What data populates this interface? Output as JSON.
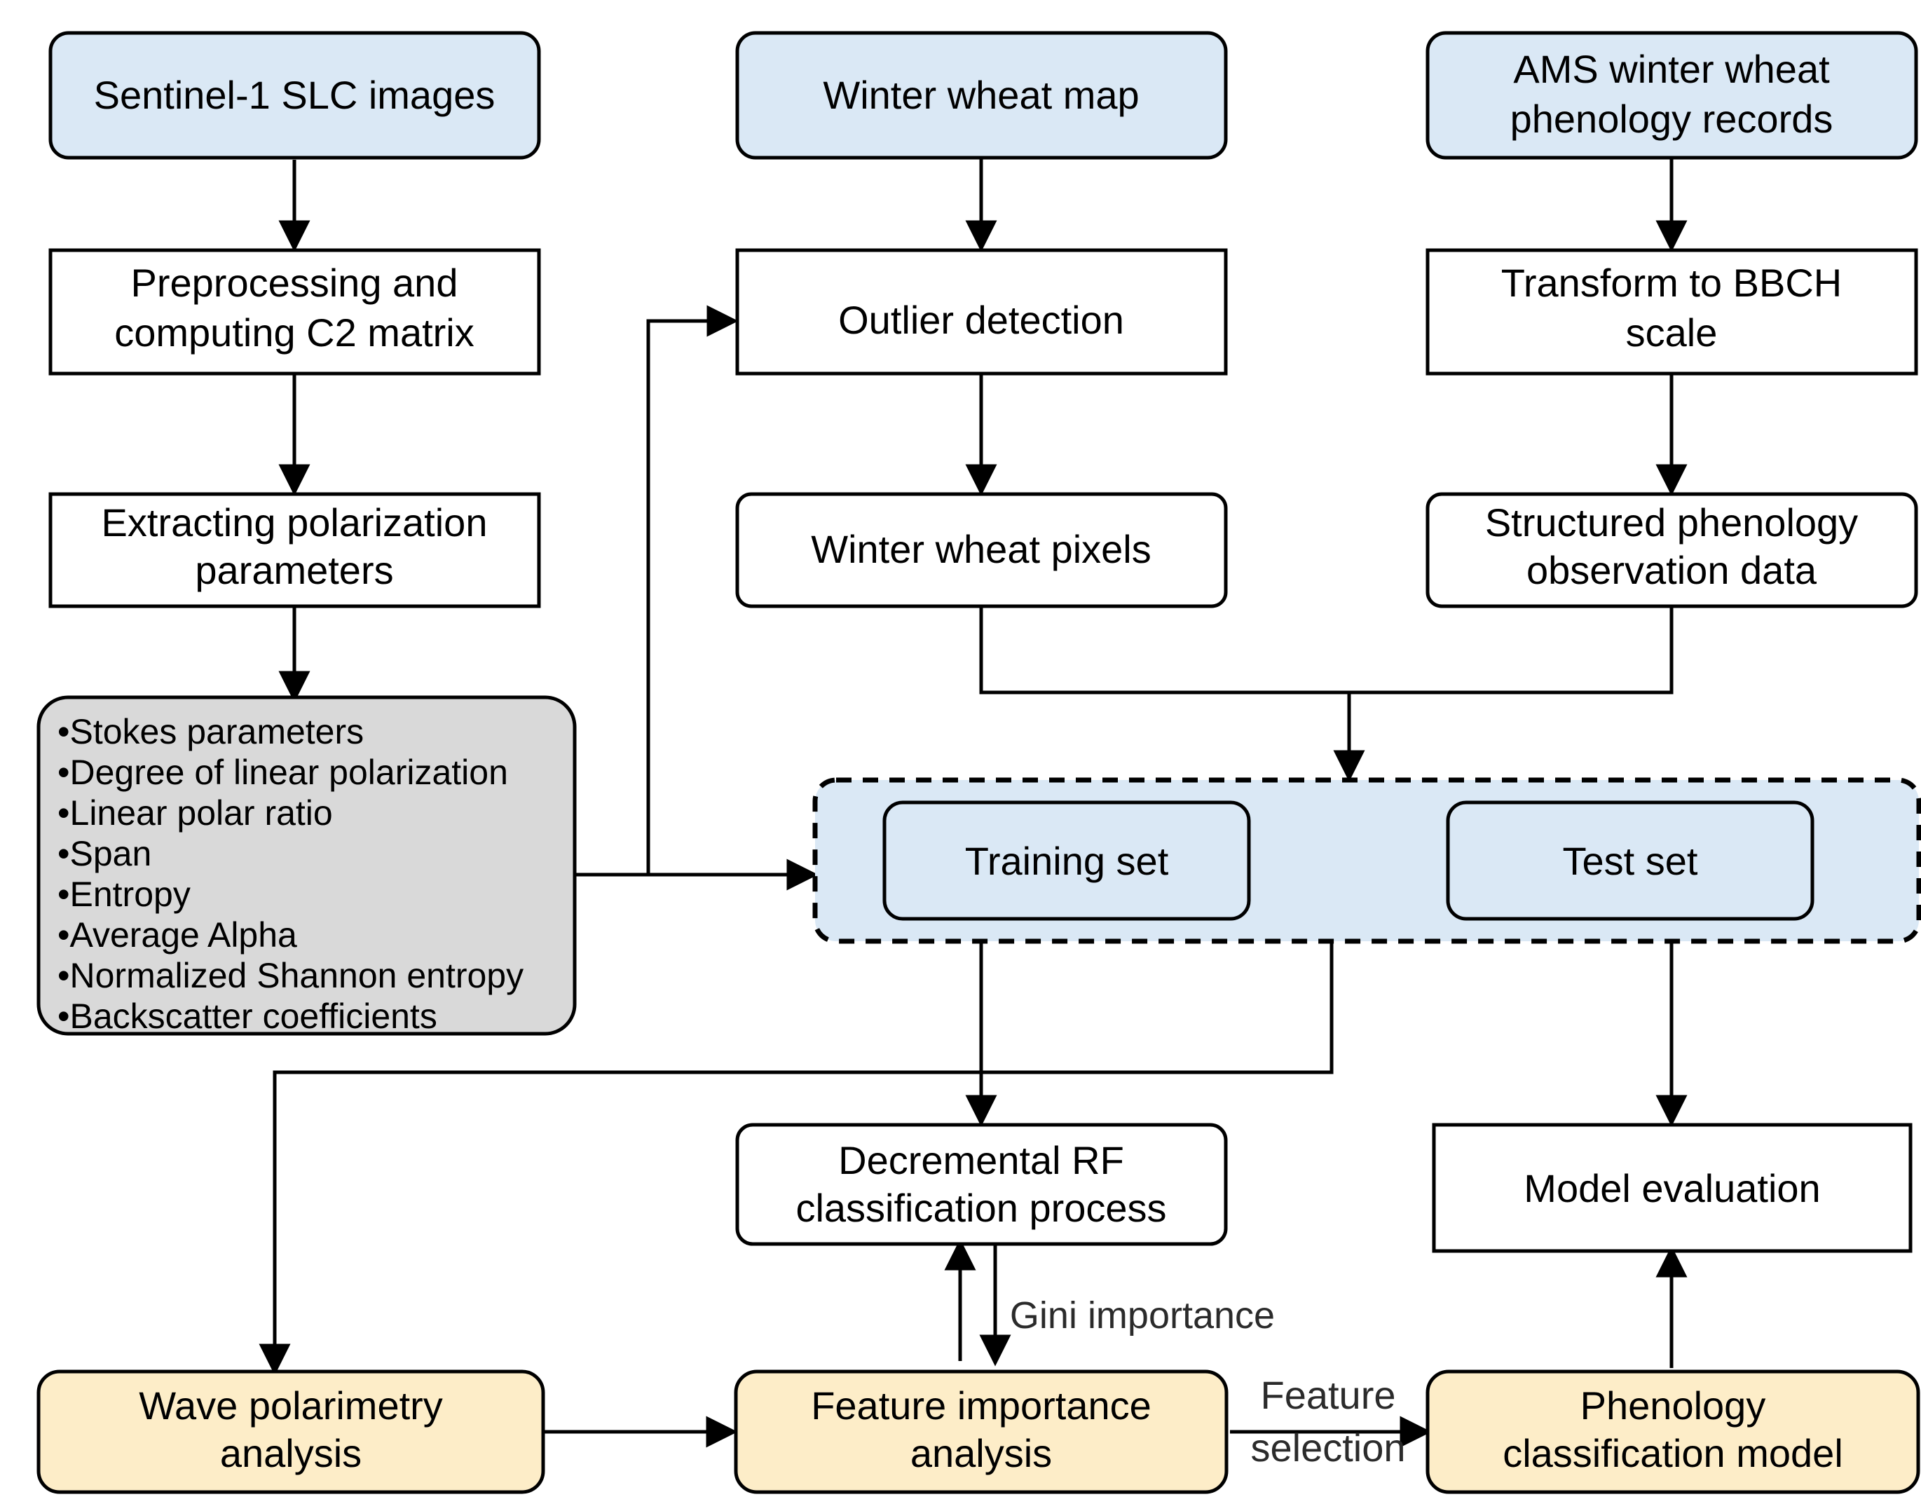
{
  "diagram": {
    "type": "flowchart",
    "title": "Winter wheat phenology classification workflow",
    "colors": {
      "input_blue": "#dae8f5",
      "process_white": "#ffffff",
      "parameters_gray": "#d9d9d9",
      "output_yellow": "#fdedc8",
      "stroke": "#000000",
      "dashed_group_fill": "#dae8f5"
    },
    "nodes": [
      {
        "id": "sentinel",
        "label": "Sentinel-1 SLC images",
        "shape": "rounded",
        "fill": "input_blue"
      },
      {
        "id": "preprocess",
        "label": "Preprocessing and\ncomputing C2 matrix",
        "shape": "rect",
        "fill": "process_white"
      },
      {
        "id": "extract",
        "label": "Extracting polarization\nparameters",
        "shape": "rect",
        "fill": "process_white"
      },
      {
        "id": "params",
        "label": "",
        "shape": "rounded",
        "fill": "parameters_gray"
      },
      {
        "id": "wheatmap",
        "label": "Winter wheat map",
        "shape": "rounded",
        "fill": "input_blue"
      },
      {
        "id": "outlier",
        "label": "Outlier detection",
        "shape": "rect",
        "fill": "process_white"
      },
      {
        "id": "wheatpix",
        "label": "Winter wheat pixels",
        "shape": "rounded",
        "fill": "process_white"
      },
      {
        "id": "ams",
        "label": "AMS winter wheat\nphenology records",
        "shape": "rounded",
        "fill": "input_blue"
      },
      {
        "id": "bbch",
        "label": "Transform to BBCH\nscale",
        "shape": "rect",
        "fill": "process_white"
      },
      {
        "id": "structured",
        "label": "Structured phenology\nobservation data",
        "shape": "rounded",
        "fill": "process_white"
      },
      {
        "id": "dataset",
        "label": "",
        "shape": "dashed-group",
        "fill": "dashed_group_fill"
      },
      {
        "id": "trainset",
        "label": "Training set",
        "shape": "rounded",
        "fill": "input_blue"
      },
      {
        "id": "testset",
        "label": "Test set",
        "shape": "rounded",
        "fill": "input_blue"
      },
      {
        "id": "decrf",
        "label": "Decremental RF\nclassification process",
        "shape": "rounded",
        "fill": "process_white"
      },
      {
        "id": "modeleval",
        "label": "Model evaluation",
        "shape": "rect",
        "fill": "process_white"
      },
      {
        "id": "wavepol",
        "label": "Wave polarimetry\nanalysis",
        "shape": "rounded",
        "fill": "output_yellow"
      },
      {
        "id": "featimp",
        "label": "Feature importance\nanalysis",
        "shape": "rounded",
        "fill": "output_yellow"
      },
      {
        "id": "phenomodel",
        "label": "Phenology\nclassification model",
        "shape": "rounded",
        "fill": "output_yellow"
      }
    ],
    "parameters_list": [
      "Stokes parameters",
      "Degree of linear polarization",
      "Linear polar ratio",
      "Span",
      "Entropy",
      "Average Alpha",
      "Normalized Shannon entropy",
      "Backscatter coefficients"
    ],
    "node_labels": {
      "sentinel": "Sentinel-1 SLC images",
      "preprocess_line1": "Preprocessing and",
      "preprocess_line2": "computing C2 matrix",
      "extract_line1": "Extracting polarization",
      "extract_line2": "parameters",
      "wheatmap": "Winter wheat map",
      "outlier": "Outlier detection",
      "wheatpix": "Winter wheat pixels",
      "ams_line1": "AMS winter wheat",
      "ams_line2": "phenology records",
      "bbch_line1": "Transform to BBCH",
      "bbch_line2": "scale",
      "structured_line1": "Structured phenology",
      "structured_line2": "observation data",
      "trainset": "Training set",
      "testset": "Test set",
      "decrf_line1": "Decremental RF",
      "decrf_line2": "classification process",
      "modeleval": "Model evaluation",
      "wavepol_line1": "Wave polarimetry",
      "wavepol_line2": "analysis",
      "featimp_line1": "Feature importance",
      "featimp_line2": "analysis",
      "phenomodel_line1": "Phenology",
      "phenomodel_line2": "classification model"
    },
    "edge_labels": {
      "gini": "Gini importance",
      "feature_sel_line1": "Feature",
      "feature_sel_line2": "selection"
    },
    "edges": [
      {
        "from": "sentinel",
        "to": "preprocess",
        "label": ""
      },
      {
        "from": "preprocess",
        "to": "extract",
        "label": ""
      },
      {
        "from": "extract",
        "to": "params",
        "label": ""
      },
      {
        "from": "params",
        "to": "outlier",
        "label": ""
      },
      {
        "from": "params",
        "to": "dataset",
        "label": ""
      },
      {
        "from": "params",
        "to": "wavepol",
        "label": ""
      },
      {
        "from": "wheatmap",
        "to": "outlier",
        "label": ""
      },
      {
        "from": "outlier",
        "to": "wheatpix",
        "label": ""
      },
      {
        "from": "ams",
        "to": "bbch",
        "label": ""
      },
      {
        "from": "bbch",
        "to": "structured",
        "label": ""
      },
      {
        "from": "wheatpix",
        "to": "dataset",
        "label": ""
      },
      {
        "from": "structured",
        "to": "dataset",
        "label": ""
      },
      {
        "from": "trainset",
        "to": "decrf",
        "label": ""
      },
      {
        "from": "testset",
        "to": "modeleval",
        "label": ""
      },
      {
        "from": "decrf",
        "to": "featimp",
        "label": "Gini importance"
      },
      {
        "from": "featimp",
        "to": "decrf",
        "label": "Gini importance"
      },
      {
        "from": "wavepol",
        "to": "featimp",
        "label": ""
      },
      {
        "from": "featimp",
        "to": "phenomodel",
        "label": "Feature selection"
      },
      {
        "from": "phenomodel",
        "to": "modeleval",
        "label": ""
      }
    ]
  }
}
